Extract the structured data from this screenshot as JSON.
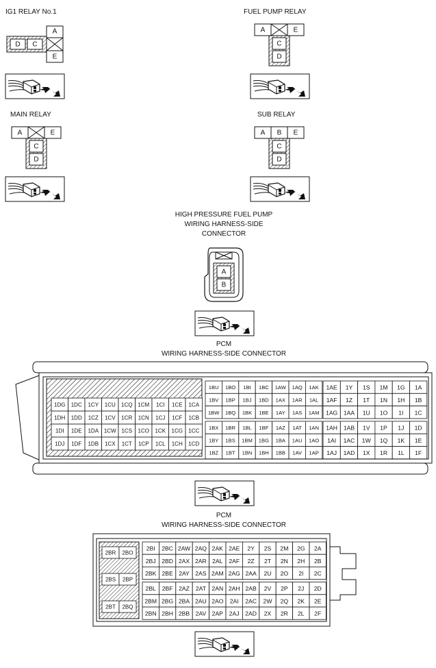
{
  "relays": {
    "ig1": {
      "title": "IG1 RELAY No.1",
      "pins": [
        "A",
        "D",
        "C",
        "E"
      ]
    },
    "fuel_pump": {
      "title": "FUEL PUMP RELAY",
      "pins": [
        "A",
        "E",
        "C",
        "D"
      ]
    },
    "main": {
      "title": "MAIN RELAY",
      "pins": [
        "A",
        "E",
        "C",
        "D"
      ]
    },
    "sub": {
      "title": "SUB RELAY",
      "pins": [
        "A",
        "B",
        "E",
        "C",
        "D"
      ]
    }
  },
  "hpfp": {
    "title_lines": [
      "HIGH PRESSURE FUEL PUMP",
      "WIRING HARNESS-SIDE",
      "CONNECTOR"
    ],
    "pins": [
      "A",
      "B"
    ]
  },
  "pcm1": {
    "title_lines": [
      "PCM",
      "WIRING HARNESS-SIDE CONNECTOR"
    ],
    "left_rows": [
      [
        "1DG",
        "1DC",
        "1CY",
        "1CU",
        "1CQ",
        "1CM",
        "1CI",
        "1CE",
        "1CA"
      ],
      [
        "1DH",
        "1DD",
        "1CZ",
        "1CV",
        "1CR",
        "1CN",
        "1CJ",
        "1CF",
        "1CB"
      ],
      [
        "1DI",
        "1DE",
        "1DA",
        "1CW",
        "1CS",
        "1CO",
        "1CK",
        "1CG",
        "1CC"
      ],
      [
        "1DJ",
        "1DF",
        "1DB",
        "1CX",
        "1CT",
        "1CP",
        "1CL",
        "1CH",
        "1CD"
      ]
    ],
    "mid_rows": [
      [
        "1BU",
        "1BO",
        "1BI",
        "1BC",
        "1AW",
        "1AQ",
        "1AK"
      ],
      [
        "1BV",
        "1BP",
        "1BJ",
        "1BD",
        "1AX",
        "1AR",
        "1AL"
      ],
      [
        "1BW",
        "1BQ",
        "1BK",
        "1BE",
        "1AY",
        "1AS",
        "1AM"
      ],
      [
        "1BX",
        "1BR",
        "1BL",
        "1BF",
        "1AZ",
        "1AT",
        "1AN"
      ],
      [
        "1BY",
        "1BS",
        "1BM",
        "1BG",
        "1BA",
        "1AU",
        "1AO"
      ],
      [
        "1BZ",
        "1BT",
        "1BN",
        "1BH",
        "1BB",
        "1AV",
        "1AP"
      ]
    ],
    "right_rows": [
      [
        "1AE",
        "1Y",
        "1S",
        "1M",
        "1G",
        "1A"
      ],
      [
        "1AF",
        "1Z",
        "1T",
        "1N",
        "1H",
        "1B"
      ],
      [
        "1AG",
        "1AA",
        "1U",
        "1O",
        "1I",
        "1C"
      ],
      [
        "1AH",
        "1AB",
        "1V",
        "1P",
        "1J",
        "1D"
      ],
      [
        "1AI",
        "1AC",
        "1W",
        "1Q",
        "1K",
        "1E"
      ],
      [
        "1AJ",
        "1AD",
        "1X",
        "1R",
        "1L",
        "1F"
      ]
    ]
  },
  "pcm2": {
    "title_lines": [
      "PCM",
      "WIRING HARNESS-SIDE CONNECTOR"
    ],
    "side_pins": [
      "2BR",
      "2BO",
      "2BS",
      "2BP",
      "2BT",
      "2BQ"
    ],
    "rows": [
      [
        "2BI",
        "2BC",
        "2AW",
        "2AQ",
        "2AK",
        "2AE",
        "2Y",
        "2S",
        "2M",
        "2G",
        "2A"
      ],
      [
        "2BJ",
        "2BD",
        "2AX",
        "2AR",
        "2AL",
        "2AF",
        "2Z",
        "2T",
        "2N",
        "2H",
        "2B"
      ],
      [
        "2BK",
        "2BE",
        "2AY",
        "2AS",
        "2AM",
        "2AG",
        "2AA",
        "2U",
        "2O",
        "2I",
        "2C"
      ],
      [
        "2BL",
        "2BF",
        "2AZ",
        "2AT",
        "2AN",
        "2AH",
        "2AB",
        "2V",
        "2P",
        "2J",
        "2D"
      ],
      [
        "2BM",
        "2BG",
        "2BA",
        "2AU",
        "2AO",
        "2AI",
        "2AC",
        "2W",
        "2Q",
        "2K",
        "2E"
      ],
      [
        "2BN",
        "2BH",
        "2BB",
        "2AV",
        "2AP",
        "2AJ",
        "2AD",
        "2X",
        "2R",
        "2L",
        "2F"
      ]
    ]
  }
}
